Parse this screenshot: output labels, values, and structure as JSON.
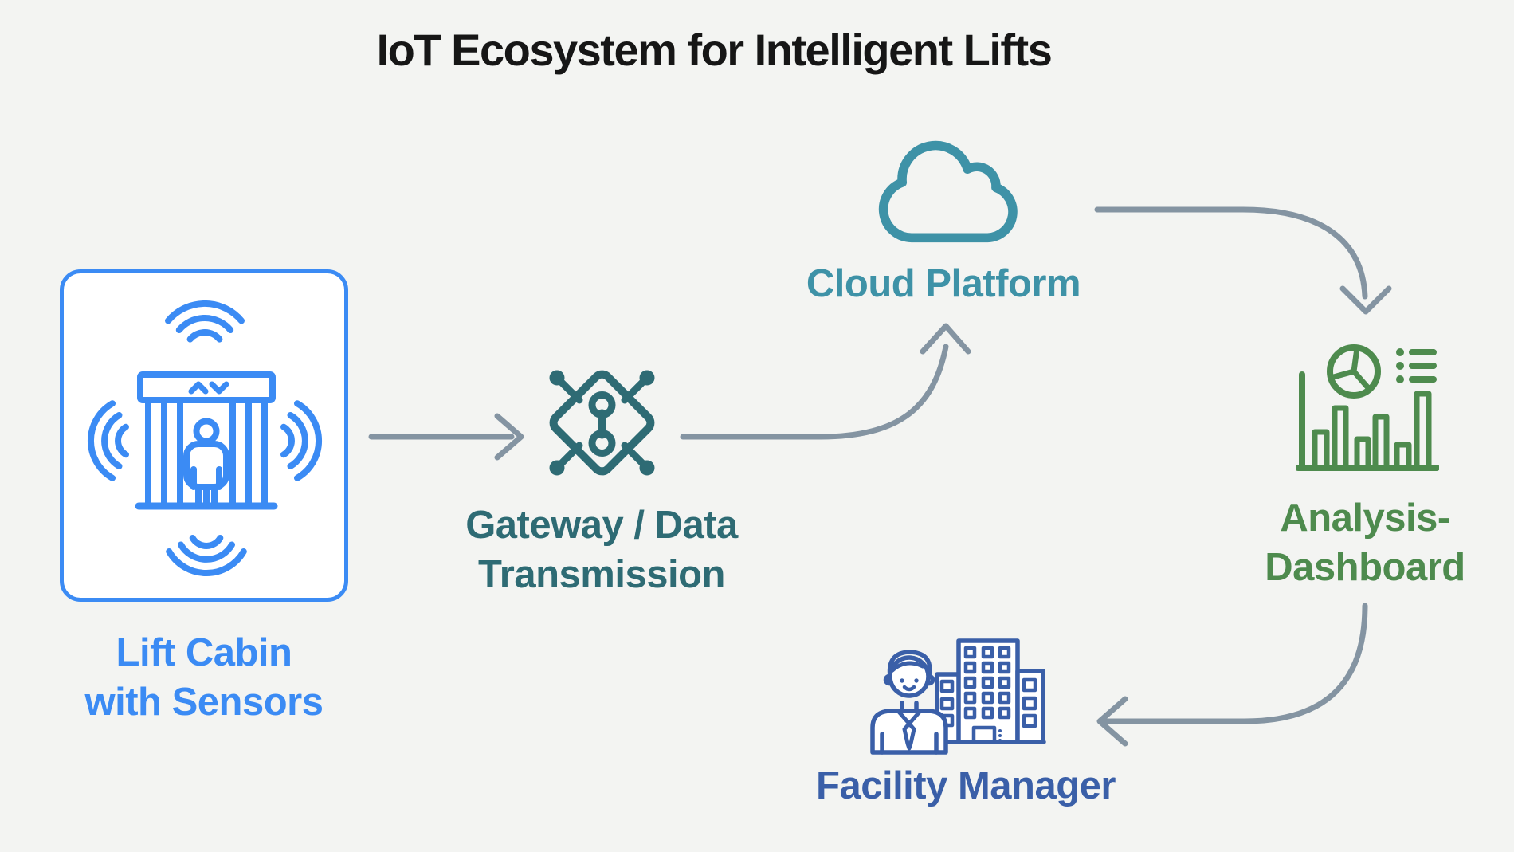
{
  "title": "IoT Ecosystem for Intelligent Lifts",
  "colors": {
    "background": "#f3f4f2",
    "title_color": "#161616",
    "lift_blue": "#3b8bf4",
    "gateway_teal": "#2e6b74",
    "cloud_teal": "#3e92a7",
    "dashboard_green": "#4e8b4e",
    "manager_blue": "#3a5fa8",
    "arrow_gray": "#8494a2"
  },
  "nodes": {
    "lift": {
      "lines": [
        "Lift Cabin",
        "with Sensors"
      ],
      "icon": "lift-cabin-with-wifi-waves-icon"
    },
    "gateway": {
      "lines": [
        "Gateway / Data",
        "Transmission"
      ],
      "icon": "iot-chip-gateway-icon"
    },
    "cloud": {
      "lines": [
        "Cloud Platform"
      ],
      "icon": "cloud-outline-icon"
    },
    "dashboard": {
      "lines": [
        "Analysis-",
        "Dashboard"
      ],
      "icon": "charts-dashboard-icon"
    },
    "manager": {
      "lines": [
        "Facility Manager"
      ],
      "icon": "person-with-buildings-icon"
    }
  },
  "arrows": [
    {
      "from": "lift",
      "to": "gateway"
    },
    {
      "from": "gateway",
      "to": "cloud"
    },
    {
      "from": "cloud",
      "to": "dashboard"
    },
    {
      "from": "dashboard",
      "to": "manager"
    }
  ]
}
